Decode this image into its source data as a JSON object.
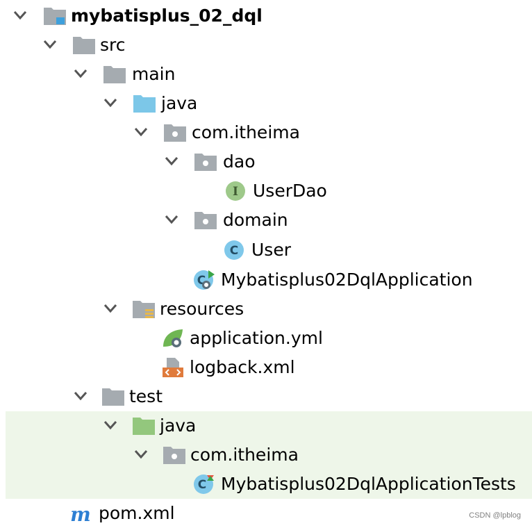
{
  "tree": {
    "root": "mybatisplus_02_dql",
    "src": "src",
    "main": "main",
    "main_java": "java",
    "main_pkg": "com.itheima",
    "dao": "dao",
    "user_dao": "UserDao",
    "domain": "domain",
    "user": "User",
    "app_class": "Mybatisplus02DqlApplication",
    "resources": "resources",
    "app_yml": "application.yml",
    "logback": "logback.xml",
    "test": "test",
    "test_java": "java",
    "test_pkg": "com.itheima",
    "test_class": "Mybatisplus02DqlApplicationTests",
    "pom": "pom.xml"
  },
  "watermark": "CSDN @lpblog",
  "colors": {
    "folder_gray": "#a5abb0",
    "source_root_blue": "#7cc7e8",
    "test_root_green": "#93c77d",
    "class_blue": "#7fc8ea",
    "interface_green": "#9ec98a",
    "maven_blue": "#2d7fd3",
    "test_highlight": "#eef6e9"
  },
  "icons": {
    "interface": "I",
    "class": "C",
    "maven": "m"
  }
}
